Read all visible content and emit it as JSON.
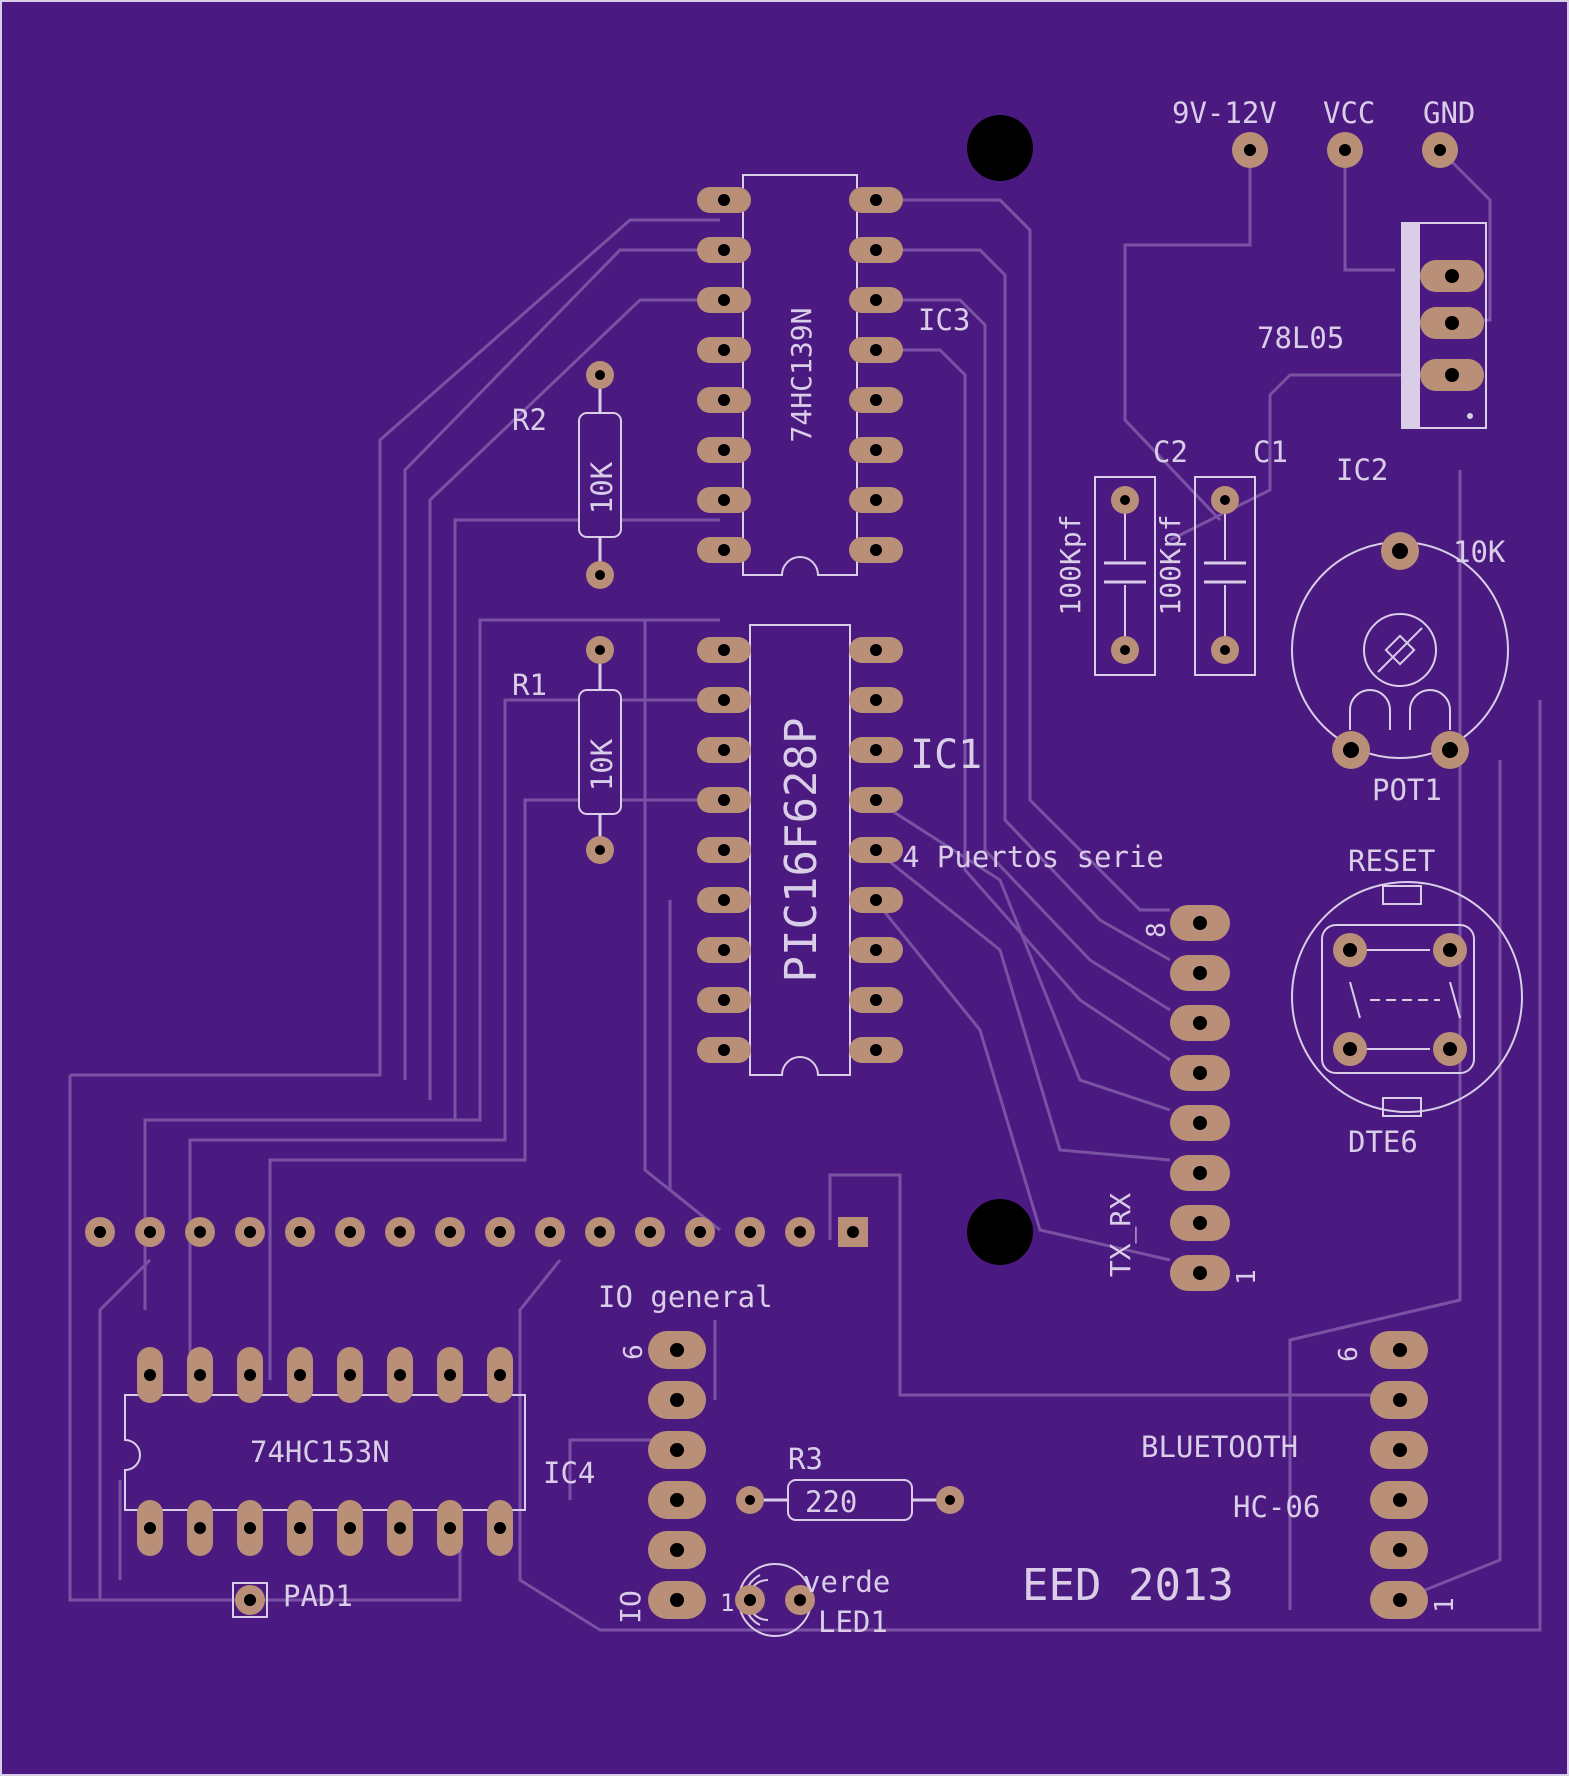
{
  "colors": {
    "board": "#4b1a80",
    "trace": "#7a52a3",
    "silk": "#d9cde8",
    "pad": "#b98f78",
    "drill": "#000000"
  },
  "labels": {
    "power_9v": "9V-12V",
    "power_vcc": "VCC",
    "power_gnd": "GND",
    "ic3_part": "74HC139N",
    "ic3_name": "IC3",
    "regulator": "78L05",
    "ic2_name": "IC2",
    "r2_name": "R2",
    "r2_value": "10K",
    "r1_name": "R1",
    "r1_value": "10K",
    "c2_name": "C2",
    "c1_name": "C1",
    "c2_value": "100Kpf",
    "c1_value": "100Kpf",
    "pot_value": "10K",
    "pot_name": "POT1",
    "ic1_part": "PIC16F628P",
    "ic1_name": "IC1",
    "serial_title": "4 Puertos serie",
    "serial_pin_high": "8",
    "serial_pin_low": "1",
    "serial_name": "TX_RX",
    "reset_name": "RESET",
    "reset_part": "DTE6",
    "io_title": "IO general",
    "io_pin_high": "6",
    "io_name": "IO",
    "io_pin_low": "1",
    "ic4_part": "74HC153N",
    "ic4_name": "IC4",
    "r3_name": "R3",
    "r3_value": "220",
    "led_color": "verde",
    "led_name": "LED1",
    "pad_name": "PAD1",
    "bt_title": "BLUETOOTH",
    "bt_model": "HC-06",
    "bt_pin_high": "6",
    "bt_pin_low": "1",
    "credit": "EED 2013"
  }
}
